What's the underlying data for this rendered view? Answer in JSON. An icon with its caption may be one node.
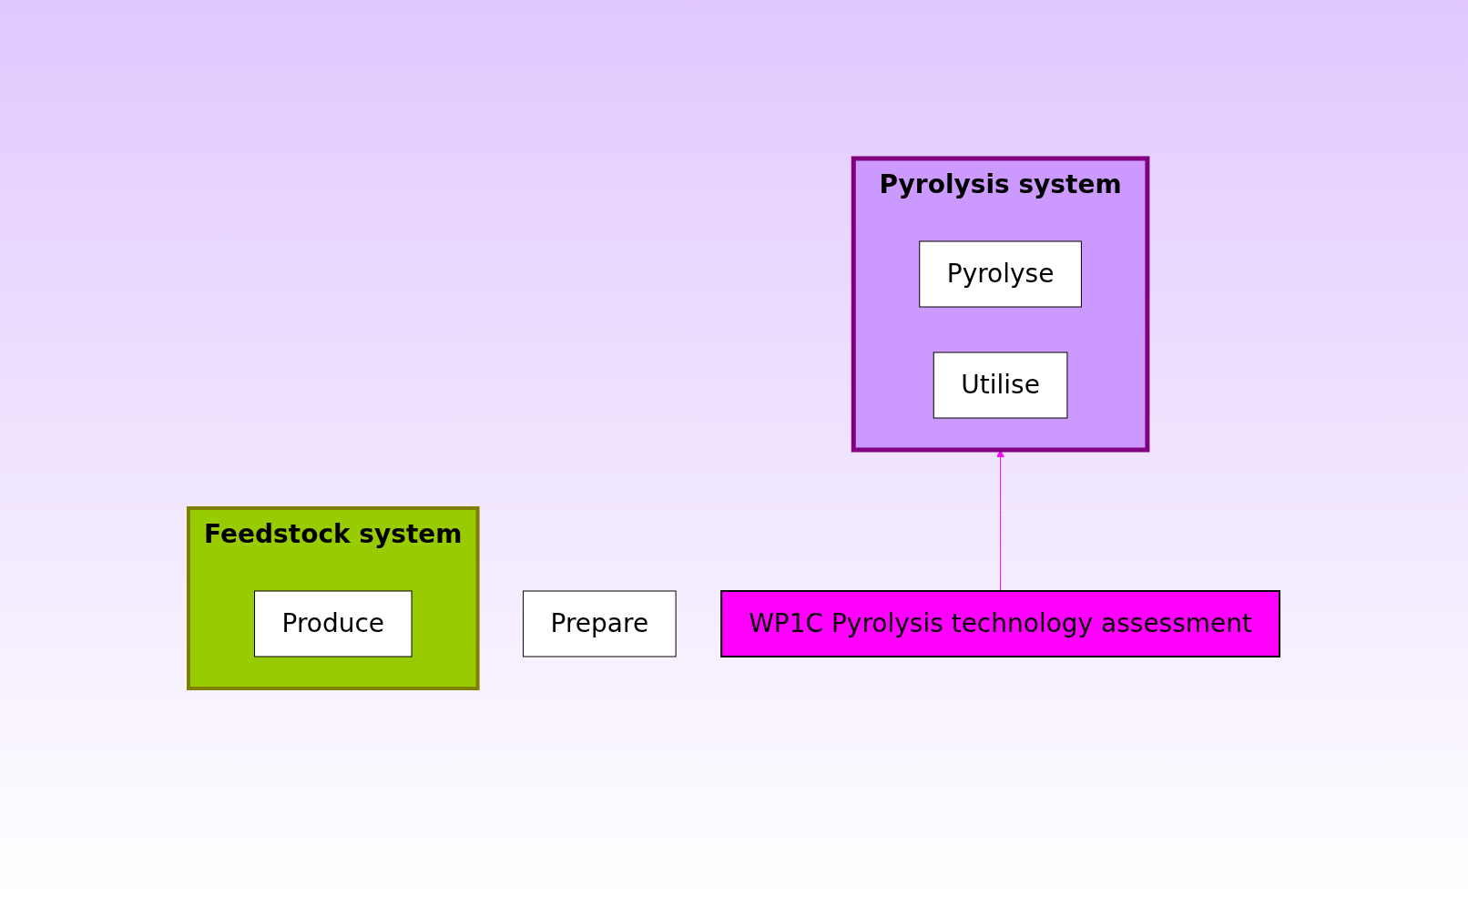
{
  "diagram": {
    "nodes": [
      {
        "text": [
          "Pyrolysis system"
        ]
      },
      {
        "text": [
          "Feedstock system"
        ]
      },
      {
        "text": [
          "Produce"
        ],
        "in": 1
      },
      {
        "text": [
          "Prepare"
        ]
      },
      {
        "text": [
          "Pyrolyse"
        ],
        "in": 0
      },
      {
        "text": [
          "Utilise"
        ],
        "in": 0
      },
      {
        "text": [
          "WP1C Pyrolysis technology assessment"
        ]
      }
    ],
    "edges": [
      {
        "from": 6,
        "to": 0,
        "arrow": "to",
        "color": "#ff00ff"
      }
    ]
  }
}
